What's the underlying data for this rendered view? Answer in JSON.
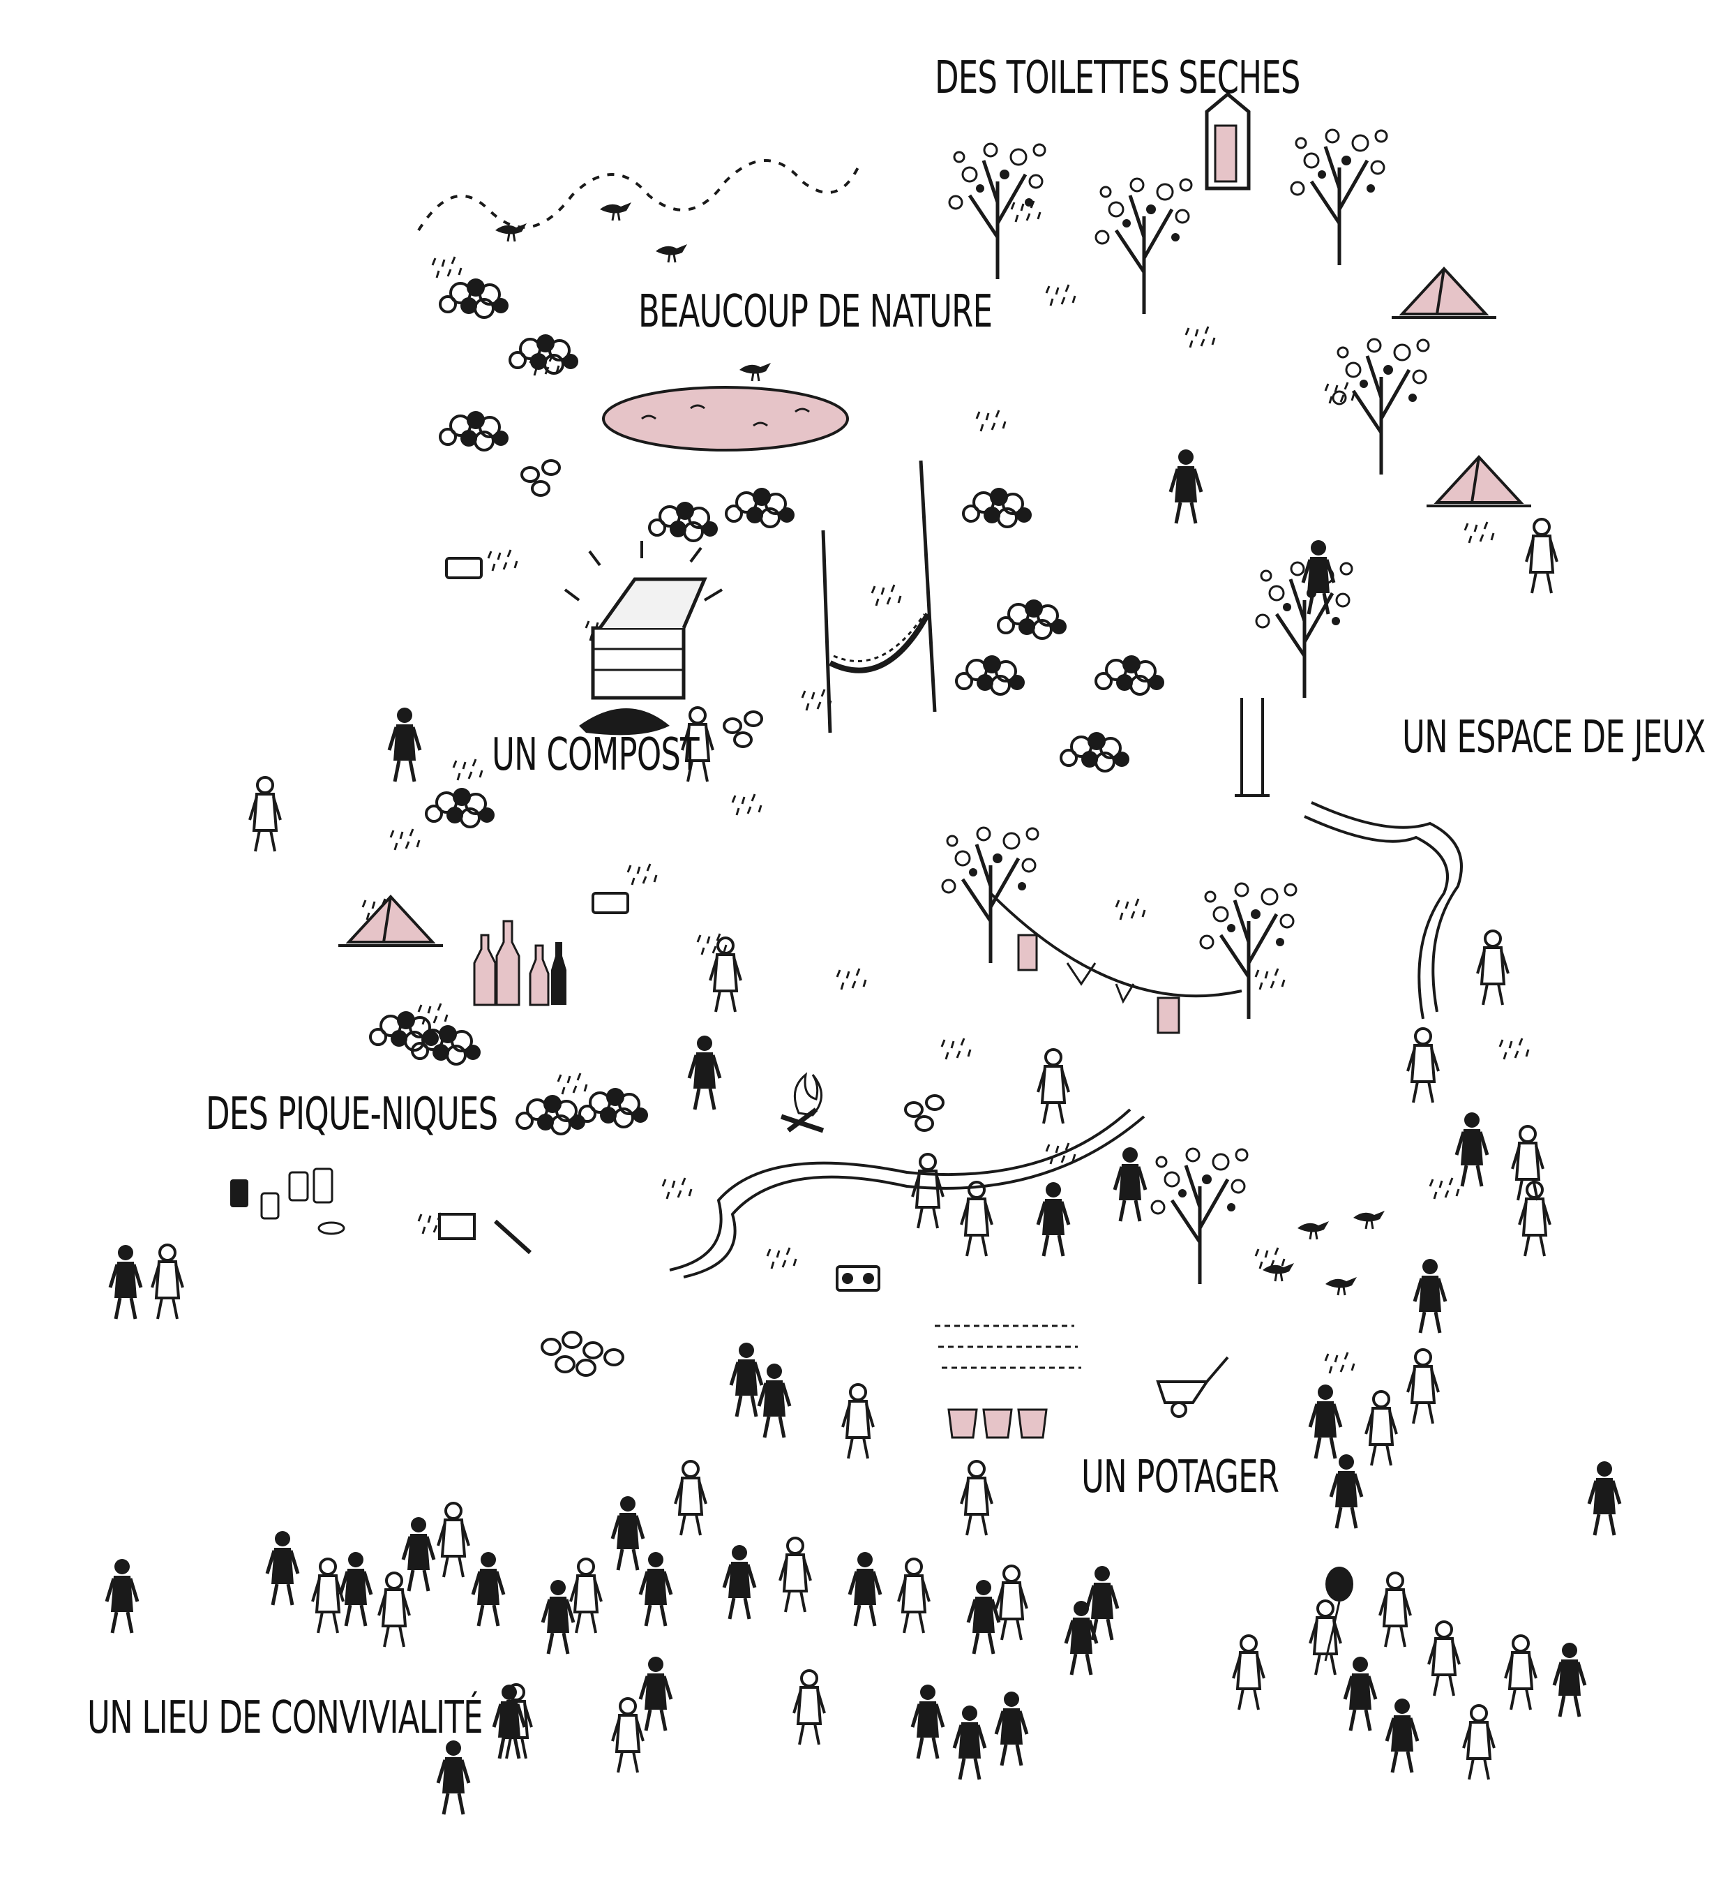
{
  "labels": {
    "toilets": "DES TOILETTES SECHES",
    "nature": "BEAUCOUP DE NATURE",
    "compost": "UN COMPOST",
    "games": "UN ESPACE DE JEUX",
    "picnics": "DES PIQUE-NIQUES",
    "garden": "UN POTAGER",
    "conviviality": "UN LIEU DE CONVIVIALITÉ"
  },
  "colors": {
    "ink": "#1a1a1a",
    "accent_pink": "#e6c4c8",
    "paper": "#ffffff"
  },
  "icons": [
    "tree-icon",
    "tent-icon",
    "pond-icon",
    "compost-bin-icon",
    "hammock-icon",
    "swing-icon",
    "river-icon",
    "campfire-icon",
    "bottle-icon",
    "jar-icon",
    "boombox-icon",
    "wheelbarrow-icon",
    "flower-pot-icon",
    "bird-icon",
    "person-icon",
    "balloon-icon",
    "outhouse-icon",
    "firewood-icon",
    "clothesline-icon"
  ]
}
